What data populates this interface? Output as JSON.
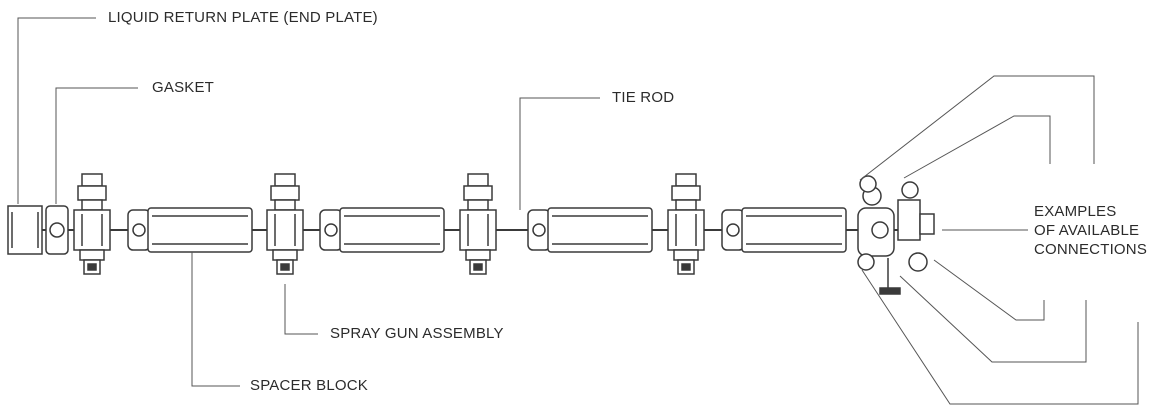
{
  "labels": {
    "liquid_return_plate": "LIQUID RETURN PLATE (END PLATE)",
    "gasket": "GASKET",
    "tie_rod": "TIE ROD",
    "spray_gun_assembly": "SPRAY GUN ASSEMBLY",
    "spacer_block": "SPACER BLOCK",
    "examples_connections": [
      "EXAMPLES",
      "OF AVAILABLE",
      "CONNECTIONS"
    ]
  },
  "colors": {
    "line": "#3a3a3a",
    "text": "#2b2b2b",
    "leader": "#555555"
  }
}
